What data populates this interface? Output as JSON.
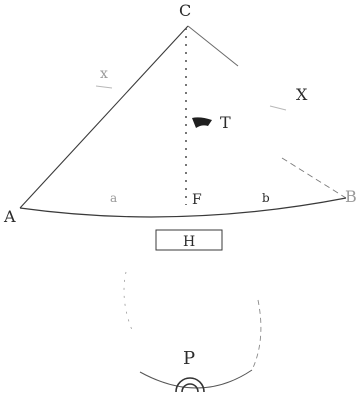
{
  "diagram": {
    "labels": {
      "top_vertex": "C",
      "left_vertex": "A",
      "right_vertex": "B",
      "left_slant": "x",
      "right_slant": "X",
      "torso_mark": "T",
      "foot_mark": "F",
      "left_base": "a",
      "right_base": "b",
      "box": "H",
      "pendulum": "P"
    },
    "colors": {
      "ink": "#2b2b2b",
      "faint": "#9a9a9a",
      "background": "#ffffff"
    }
  }
}
